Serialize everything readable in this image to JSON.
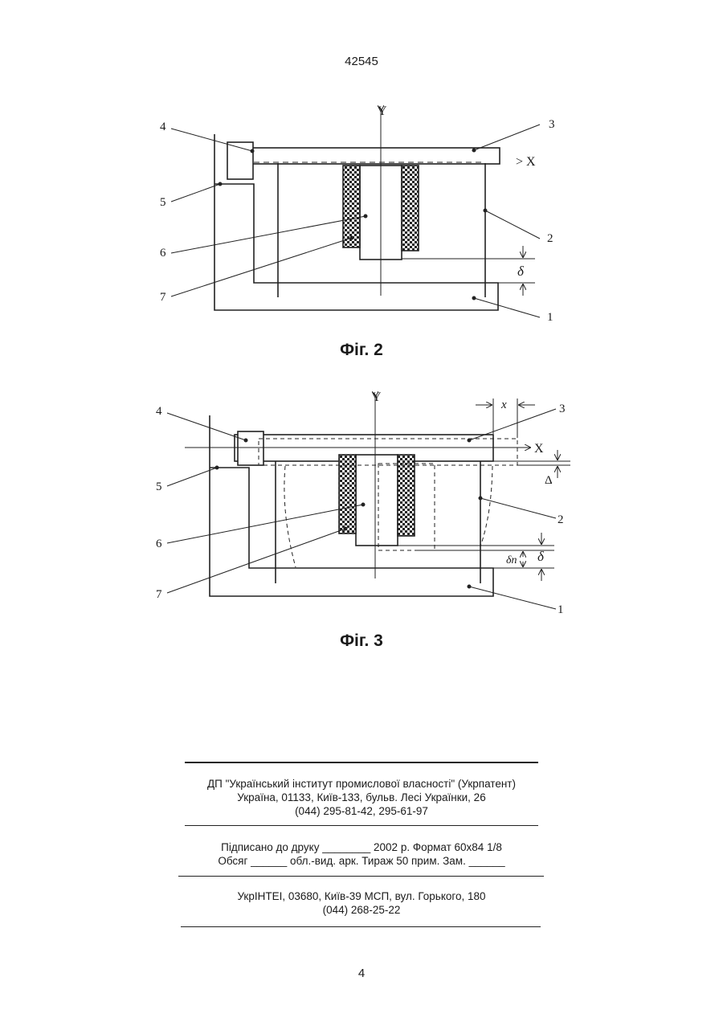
{
  "header": {
    "doc_number": "42545"
  },
  "figures": [
    {
      "caption": "Фіг. 2",
      "axis_y": "Y",
      "axis_x": "> X",
      "labels": [
        "1",
        "2",
        "3",
        "4",
        "5",
        "6",
        "7"
      ],
      "gap_symbol": "δ"
    },
    {
      "caption": "Фіг. 3",
      "axis_y": "Y",
      "axis_x": "X",
      "labels": [
        "1",
        "2",
        "3",
        "4",
        "5",
        "6",
        "7"
      ],
      "dim_x": "x",
      "dim_delta": "Δ",
      "dim_delta_n": "δn",
      "gap_symbol": "δ"
    }
  ],
  "imprint": {
    "block1": [
      "ДП \"Український інститут промислової власності\" (Укрпатент)",
      "Україна, 01133, Київ-133, бульв. Лесі Українки, 26",
      "(044) 295-81-42, 295-61-97"
    ],
    "block2": [
      "Підписано до друку ________ 2002 р.     Формат 60х84 1/8",
      "Обсяг ______ обл.-вид. арк.    Тираж 50 прим.     Зам. ______"
    ],
    "block3": [
      "УкрІНТЕІ, 03680, Київ-39 МСП, вул. Горького, 180",
      "(044) 268-25-22"
    ]
  },
  "footer": {
    "page_number": "4"
  }
}
